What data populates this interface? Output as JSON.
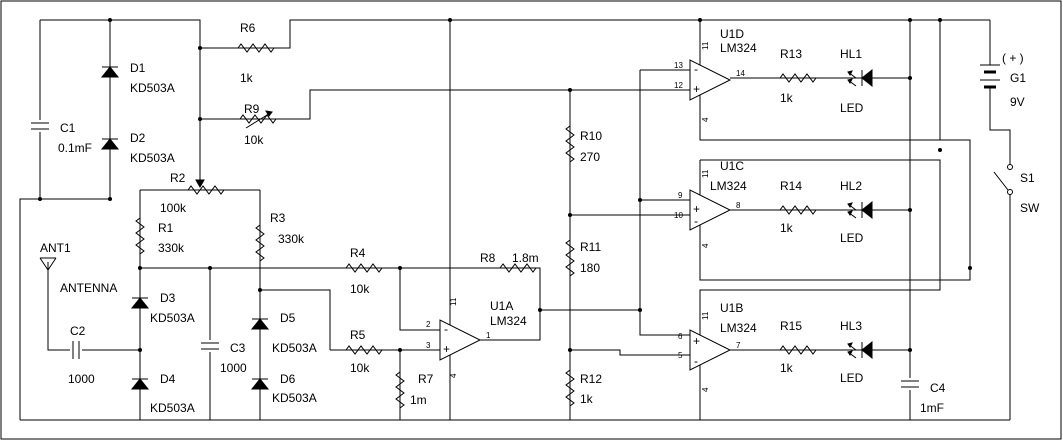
{
  "labels": {
    "R6": "R6",
    "R6_val": "1k",
    "R9": "R9",
    "R9_val": "10k",
    "R2": "R2",
    "R2_val": "100k",
    "R1": "R1",
    "R1_val": "330k",
    "R3": "R3",
    "R3_val": "330k",
    "R4": "R4",
    "R4_val": "10k",
    "R5": "R5",
    "R5_val": "10k",
    "R7": "R7",
    "R7_val": "1m",
    "R8": "R8",
    "R8_val": "1.8m",
    "R10": "R10",
    "R10_val": "270",
    "R11": "R11",
    "R11_val": "180",
    "R12": "R12",
    "R12_val": "1k",
    "R13": "R13",
    "R13_val": "1k",
    "R14": "R14",
    "R14_val": "1k",
    "R15": "R15",
    "R15_val": "1k",
    "D1": "D1",
    "D1_val": "KD503A",
    "D2": "D2",
    "D2_val": "KD503A",
    "D3": "D3",
    "D3_val": "KD503A",
    "D4": "D4",
    "D4_val": "KD503A",
    "D5": "D5",
    "D5_val": "KD503A",
    "D6": "D6",
    "D6_val": "KD503A",
    "C1": "C1",
    "C1_val": "0.1mF",
    "C2": "C2",
    "C2_val": "1000",
    "C3": "C3",
    "C3_val": "1000",
    "C4": "C4",
    "C4_val": "1mF",
    "ANT1": "ANT1",
    "ANT1_val": "ANTENNA",
    "U1A": "U1A",
    "U1A_val": "LM324",
    "U1B": "U1B",
    "U1B_val": "LM324",
    "U1C": "U1C",
    "U1C_val": "LM324",
    "U1D": "U1D",
    "U1D_val": "LM324",
    "HL1": "HL1",
    "HL1_val": "LED",
    "HL2": "HL2",
    "HL2_val": "LED",
    "HL3": "HL3",
    "HL3_val": "LED",
    "G1": "G1",
    "G1_val": "9V",
    "G1_pol": "( + )",
    "S1": "S1",
    "S1_val": "SW"
  },
  "pins": {
    "plus": "+",
    "minus": "-",
    "p1": "1",
    "p2": "2",
    "p3": "3",
    "p4": "4",
    "p5": "5",
    "p6": "6",
    "p7": "7",
    "p8": "8",
    "p9": "9",
    "p10": "10",
    "p11": "11",
    "p12": "12",
    "p13": "13",
    "p14": "14"
  }
}
